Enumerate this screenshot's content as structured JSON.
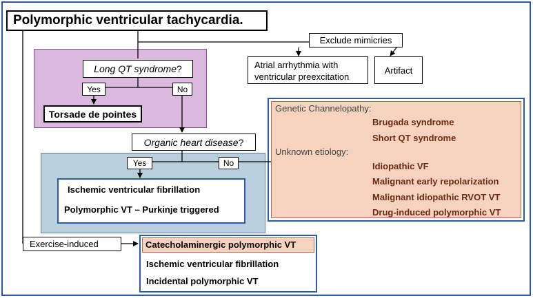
{
  "diagram": {
    "title": "Polymorphic ventricular tachycardia.",
    "exclude_mimicries": "Exclude mimicries",
    "mimic_atrial_line1": "Atrial arrhythmia with",
    "mimic_atrial_line2": "ventricular preexcitation",
    "mimic_artifact": "Artifact",
    "long_qt_prefix": "Long QT syndrome",
    "long_qt_suffix": "?",
    "yes_1": "Yes",
    "no_1": "No",
    "torsade": "Torsade de pointes",
    "organic_prefix": "Organic heart disease",
    "organic_suffix": "?",
    "yes_2": "Yes",
    "no_2": "No",
    "ischemic_vf": "Ischemic ventricular fibrillation",
    "poly_vt_purkinje": "Polymorphic VT – Purkinje triggered",
    "genetic_heading": "Genetic Channelopathy:",
    "brugada": "Brugada syndrome",
    "short_qt": "Short QT syndrome",
    "unknown_heading": "Unknown etiology:",
    "idiopathic_vf": "Idiopathic VF",
    "malignant_early": "Malignant early repolarization",
    "malignant_rvot": "Malignant idiopathic RVOT VT",
    "drug_induced": "Drug-induced polymorphic VT",
    "exercise_induced": "Exercise-induced",
    "cpvt": "Catecholaminergic polymorphic VT",
    "ischemic_vf_2": "Ischemic ventricular fibrillation",
    "incidental": "Incidental polymorphic VT"
  },
  "colors": {
    "outer_border": "#2e5aa0",
    "purple_fill": "#dbb9df",
    "blue_fill": "#b9cfdb",
    "orange_fill": "#f6d3bf",
    "brown_text": "#6b2a16"
  }
}
